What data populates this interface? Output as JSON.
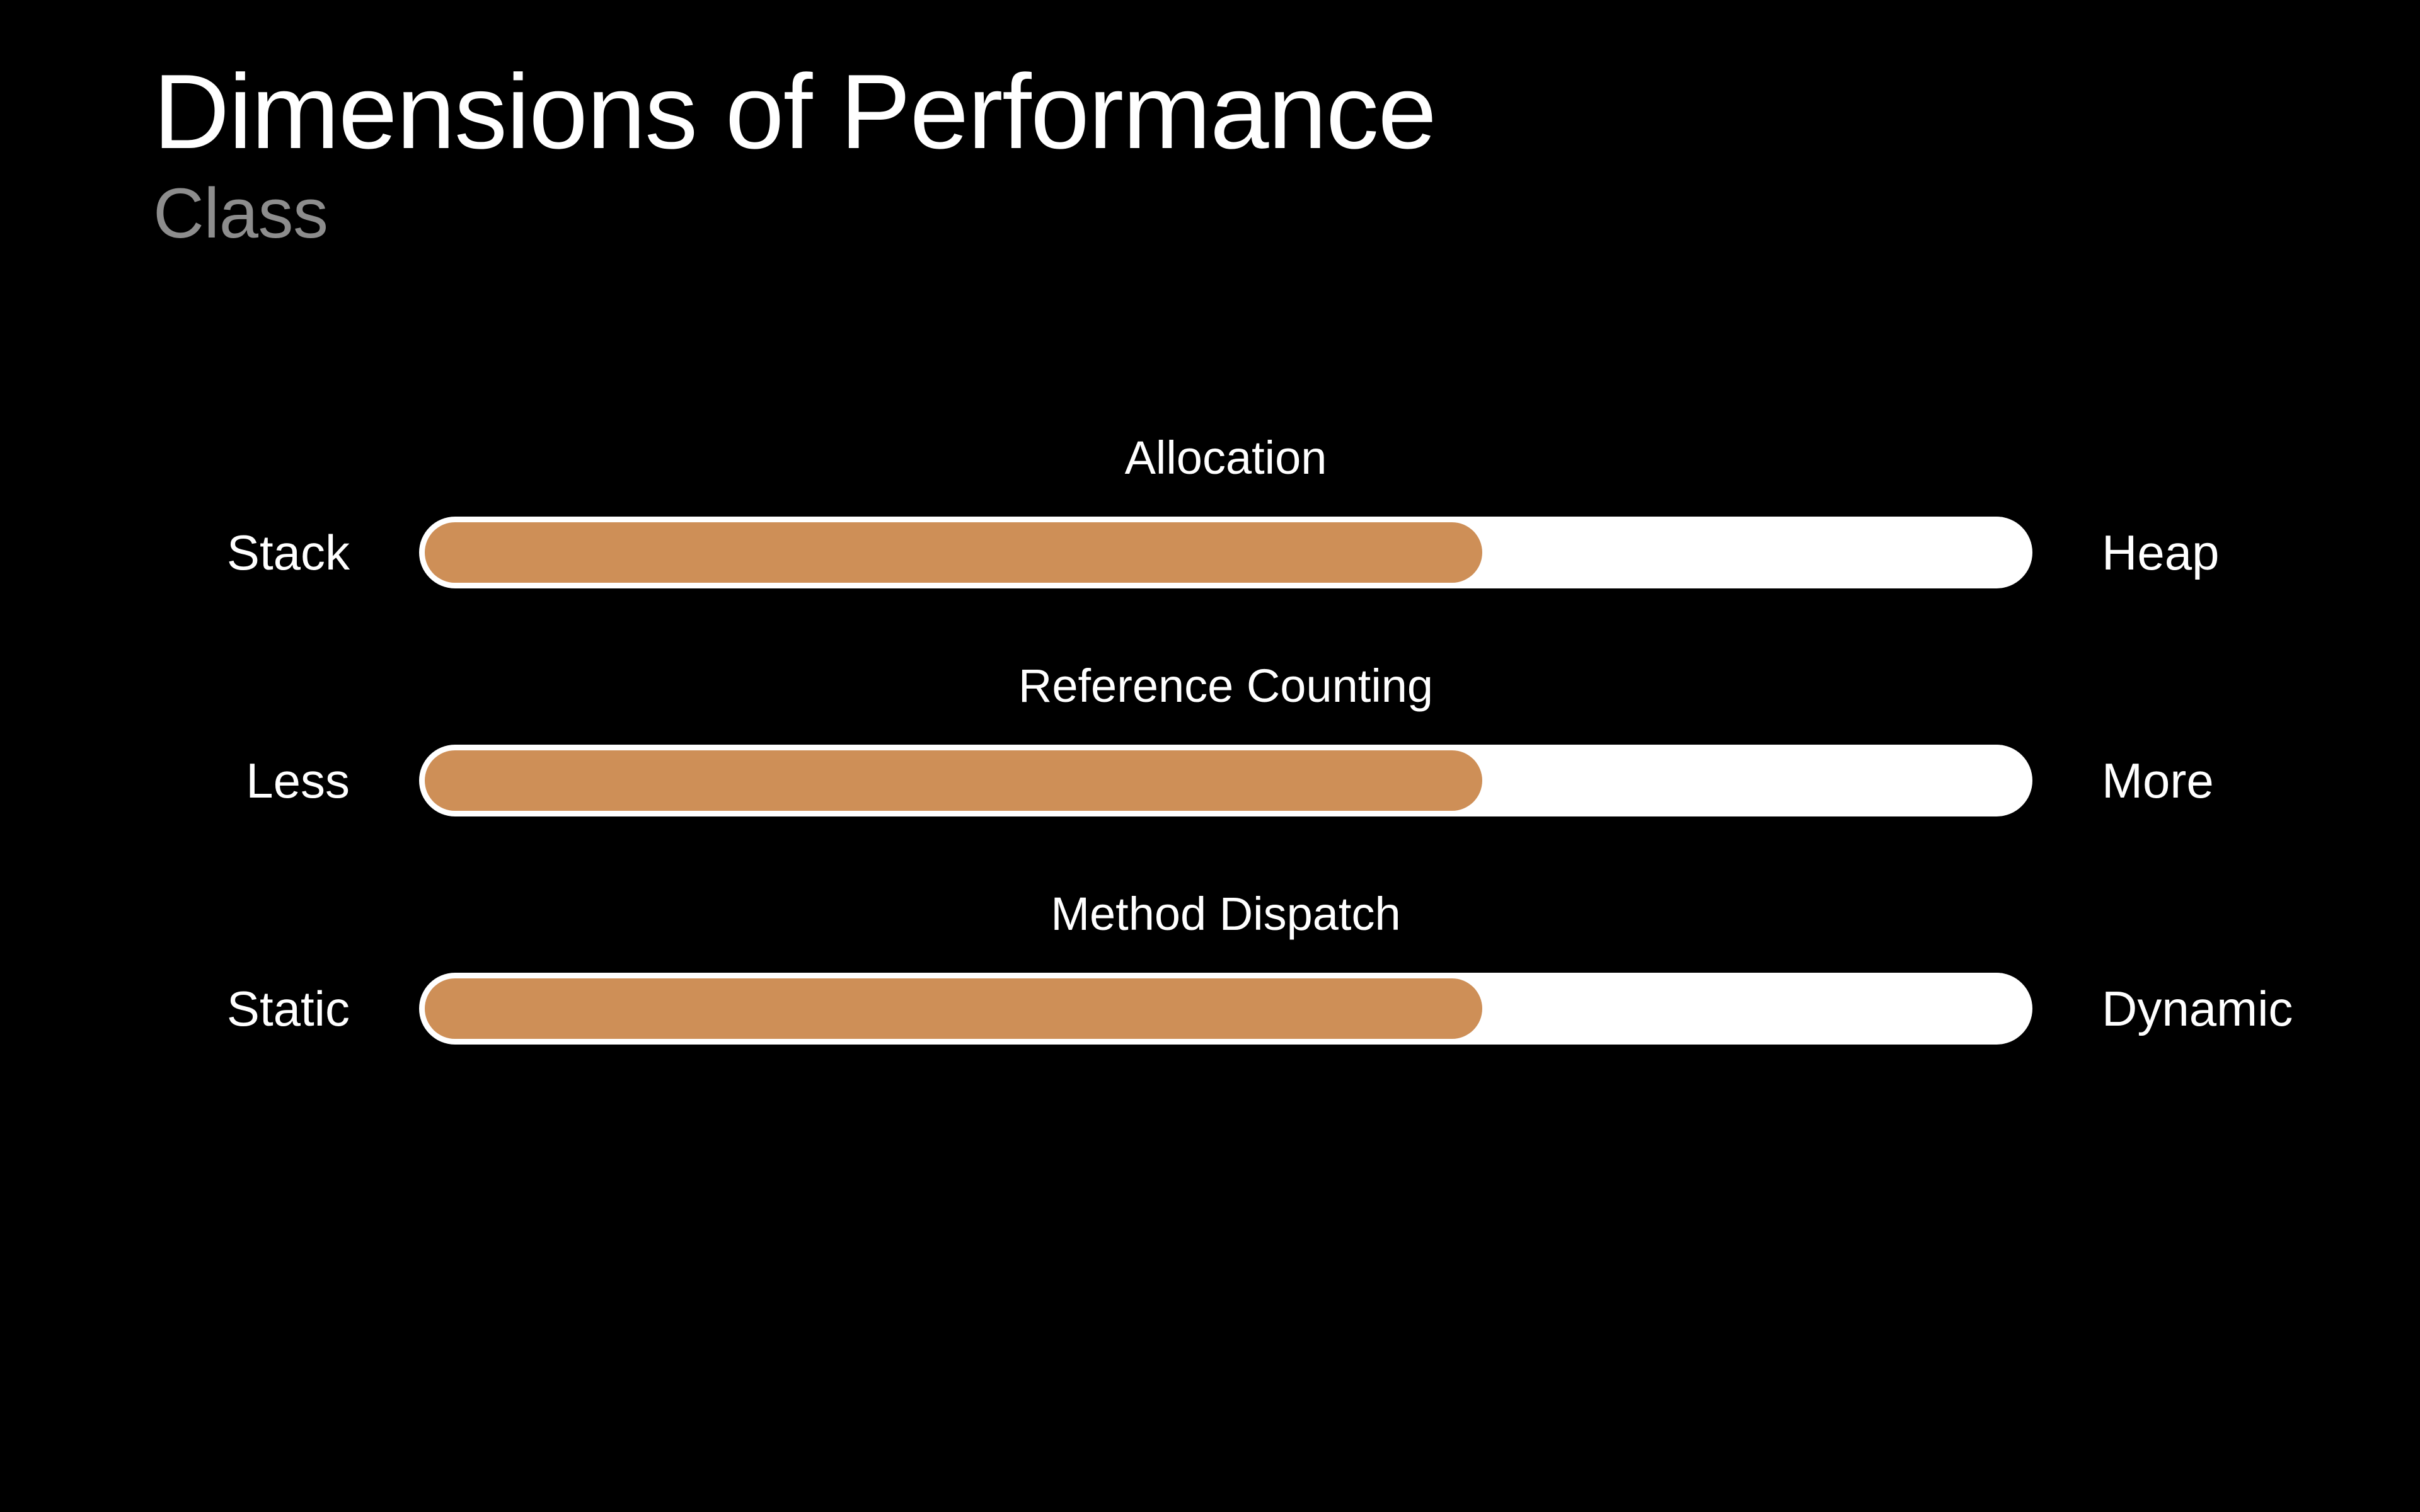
{
  "slide": {
    "background_color": "#000000",
    "title": "Dimensions of Performance",
    "subtitle": "Class"
  },
  "theme": {
    "fill_color": "#ce8f57",
    "track_color": "#ffffff",
    "text_color": "#ffffff",
    "subtitle_color": "#8d8d8d"
  },
  "chart_data": {
    "type": "bar",
    "title": "Dimensions of Performance",
    "subtitle": "Class",
    "xlabel": "",
    "ylabel": "",
    "xlim": [
      0,
      100
    ],
    "grid": false,
    "legend": "none",
    "orientation": "horizontal",
    "categories": [
      "Allocation",
      "Reference Counting",
      "Method Dispatch"
    ],
    "values": [
      66,
      66,
      66
    ],
    "left_labels": [
      "Stack",
      "Less",
      "Static"
    ],
    "right_labels": [
      "Heap",
      "More",
      "Dynamic"
    ]
  },
  "rows": [
    {
      "caption": "Allocation",
      "left_label": "Stack",
      "right_label": "Heap",
      "fill_percent": "66%"
    },
    {
      "caption": "Reference Counting",
      "left_label": "Less",
      "right_label": "More",
      "fill_percent": "66%"
    },
    {
      "caption": "Method Dispatch",
      "left_label": "Static",
      "right_label": "Dynamic",
      "fill_percent": "66%"
    }
  ]
}
